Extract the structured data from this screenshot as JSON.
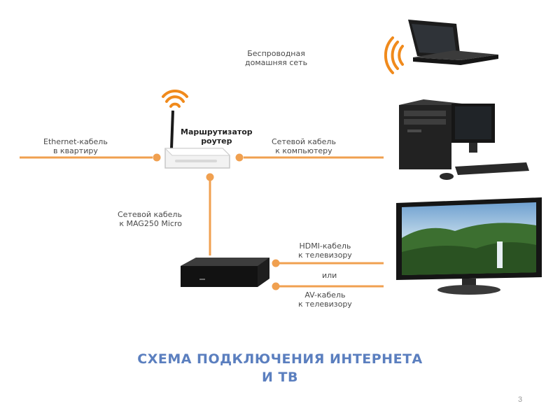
{
  "labels": {
    "wireless": [
      "Беспроводная",
      "домашняя сеть"
    ],
    "router": [
      "Маршрутизатор",
      "роутер"
    ],
    "ethernet": [
      "Ethernet-кабель",
      "в квартиру"
    ],
    "to_computer": [
      "Сетевой кабель",
      "к компьютеру"
    ],
    "to_mag": [
      "Сетевой кабель",
      "к MAG250 Micro"
    ],
    "hdmi": [
      "HDMI-кабель",
      "к телевизору"
    ],
    "or": "или",
    "av": [
      "AV-кабель",
      "к телевизору"
    ]
  },
  "title": [
    "СХЕМА ПОДКЛЮЧЕНИЯ ИНТЕРНЕТА",
    "И ТВ"
  ],
  "page_number": "3",
  "colors": {
    "cable": "#f0a050",
    "wifi": "#f08a1c",
    "title": "#5b7fbf",
    "label": "#4a4a4a"
  },
  "icons": [
    "wifi-icon",
    "laptop-icon",
    "router-icon",
    "desktop-pc-icon",
    "tv-monitor-icon",
    "settop-box-icon"
  ]
}
